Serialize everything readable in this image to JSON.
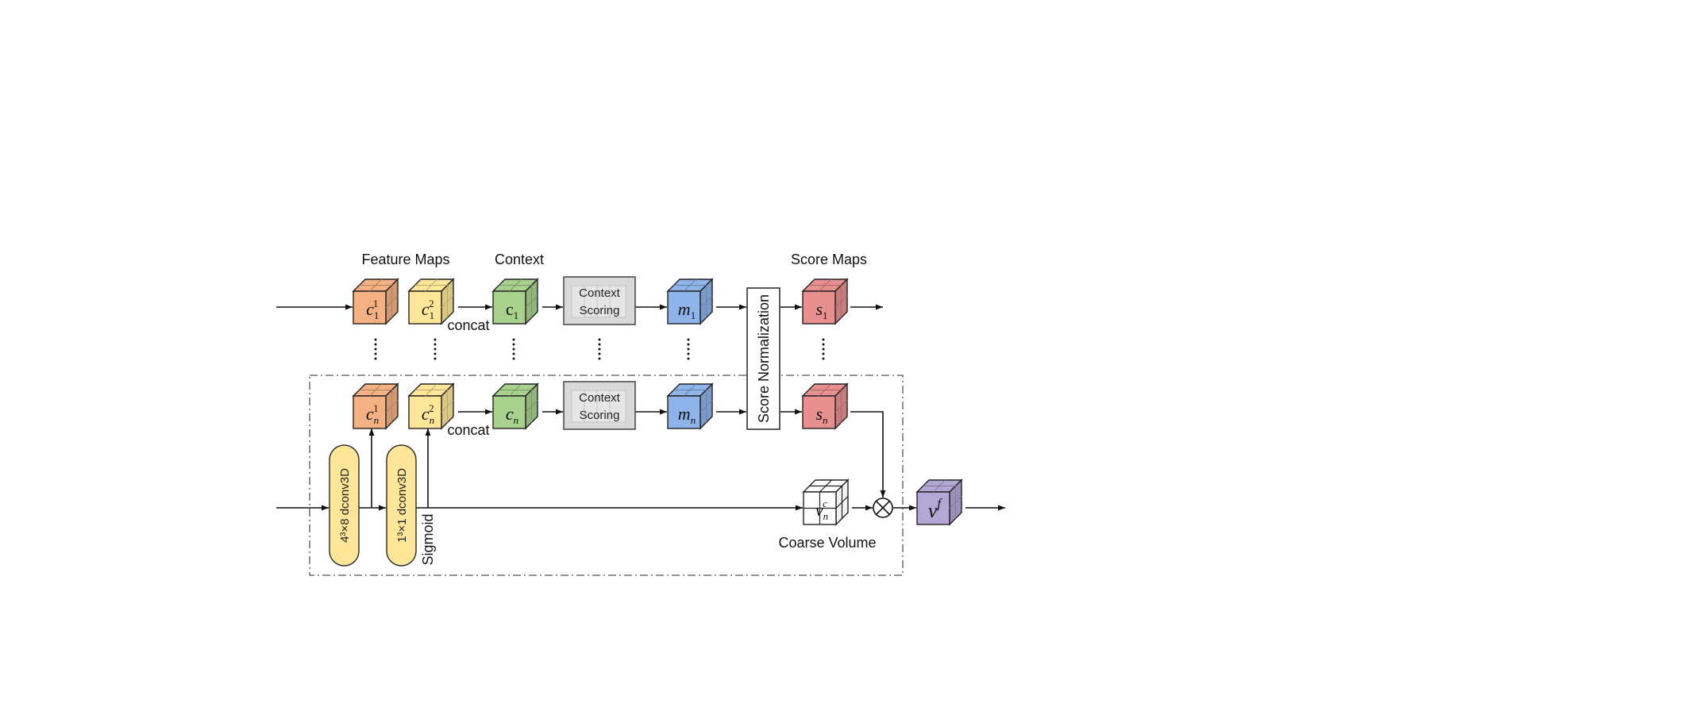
{
  "headers": {
    "feature_maps": "Feature Maps",
    "context": "Context",
    "score_maps": "Score Maps"
  },
  "row1": {
    "feat_a": {
      "base": "c",
      "sub": "1",
      "sup": "1"
    },
    "feat_b": {
      "base": "c",
      "sub": "1",
      "sup": "2"
    },
    "context": {
      "base": "c",
      "sub": "1"
    },
    "scoring_line1": "Context",
    "scoring_line2": "Scoring",
    "m": {
      "base": "m",
      "sub": "1"
    },
    "score": {
      "base": "s",
      "sub": "1"
    },
    "concat": "concat"
  },
  "rown": {
    "feat_a": {
      "base": "c",
      "sub": "n",
      "sup": "1"
    },
    "feat_b": {
      "base": "c",
      "sub": "n",
      "sup": "2"
    },
    "context": {
      "base": "c",
      "sub": "n"
    },
    "scoring_line1": "Context",
    "scoring_line2": "Scoring",
    "m": {
      "base": "m",
      "sub": "n"
    },
    "score": {
      "base": "s",
      "sub": "n"
    },
    "concat": "concat"
  },
  "score_normalization": "Score Normalization",
  "dconv_a": "4³×8 dconv3D",
  "dconv_b": "1³×1 dconv3D",
  "sigmoid": "Sigmoid",
  "coarse": {
    "base": "v",
    "sub": "n",
    "sup": "c",
    "label": "Coarse Volume"
  },
  "final": {
    "base": "v",
    "sup": "f"
  },
  "colors": {
    "orange": "#f4b183",
    "yellow": "#ffe699",
    "green": "#a9d18e",
    "blue": "#8fb4ea",
    "red": "#e89090",
    "purple": "#b4a7d6",
    "gray": "#d9d9d9",
    "white": "#ffffff"
  }
}
